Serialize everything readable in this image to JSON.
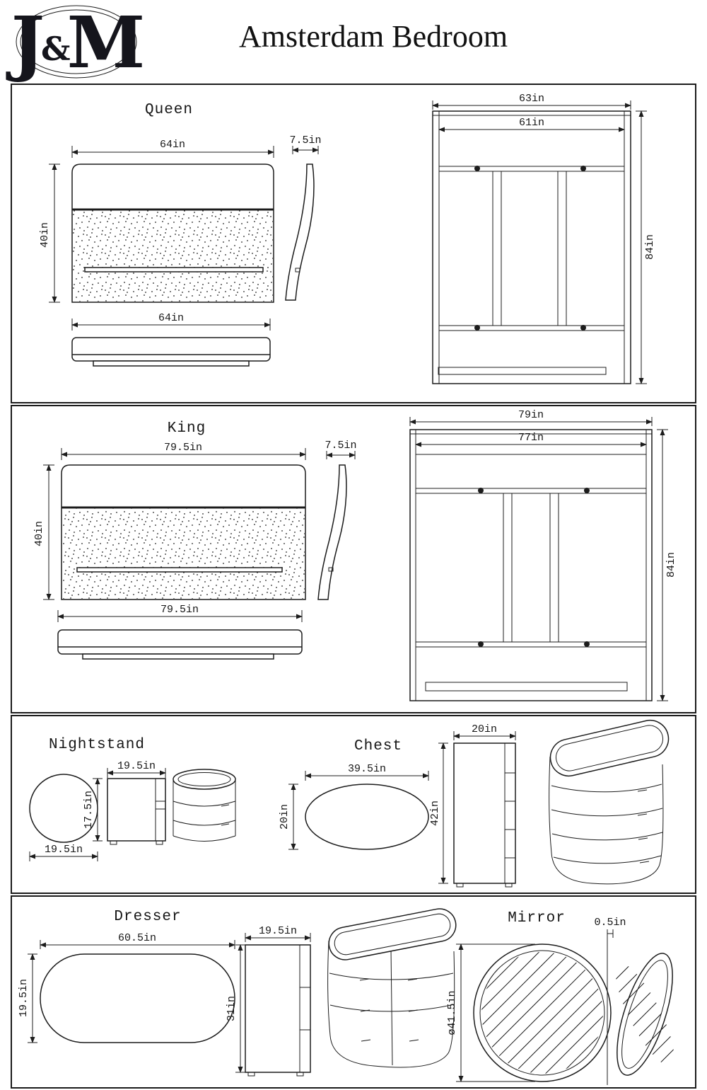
{
  "header": {
    "logo": {
      "j": "J",
      "amp": "&",
      "m": "M"
    },
    "title": "Amsterdam Bedroom"
  },
  "queen": {
    "label": "Queen",
    "headboard_width": "64in",
    "headboard_height": "40in",
    "side_depth": "7.5in",
    "footboard_width": "64in",
    "frame_outer_width": "63in",
    "frame_inner_width": "61in",
    "frame_height": "84in"
  },
  "king": {
    "label": "King",
    "headboard_width": "79.5in",
    "headboard_height": "40in",
    "side_depth": "7.5in",
    "footboard_width": "79.5in",
    "frame_outer_width": "79in",
    "frame_inner_width": "77in",
    "frame_height": "84in"
  },
  "nightstand": {
    "label": "Nightstand",
    "top_diameter": "19.5in",
    "front_width": "19.5in",
    "front_height": "17.5in"
  },
  "chest": {
    "label": "Chest",
    "top_width": "39.5in",
    "top_depth": "20in",
    "front_width": "20in",
    "front_height": "42in"
  },
  "dresser": {
    "label": "Dresser",
    "top_width": "60.5in",
    "top_depth": "19.5in",
    "front_width": "19.5in",
    "front_height": "31in"
  },
  "mirror": {
    "label": "Mirror",
    "diameter": "ø41.5in",
    "thickness": "0.5in"
  }
}
